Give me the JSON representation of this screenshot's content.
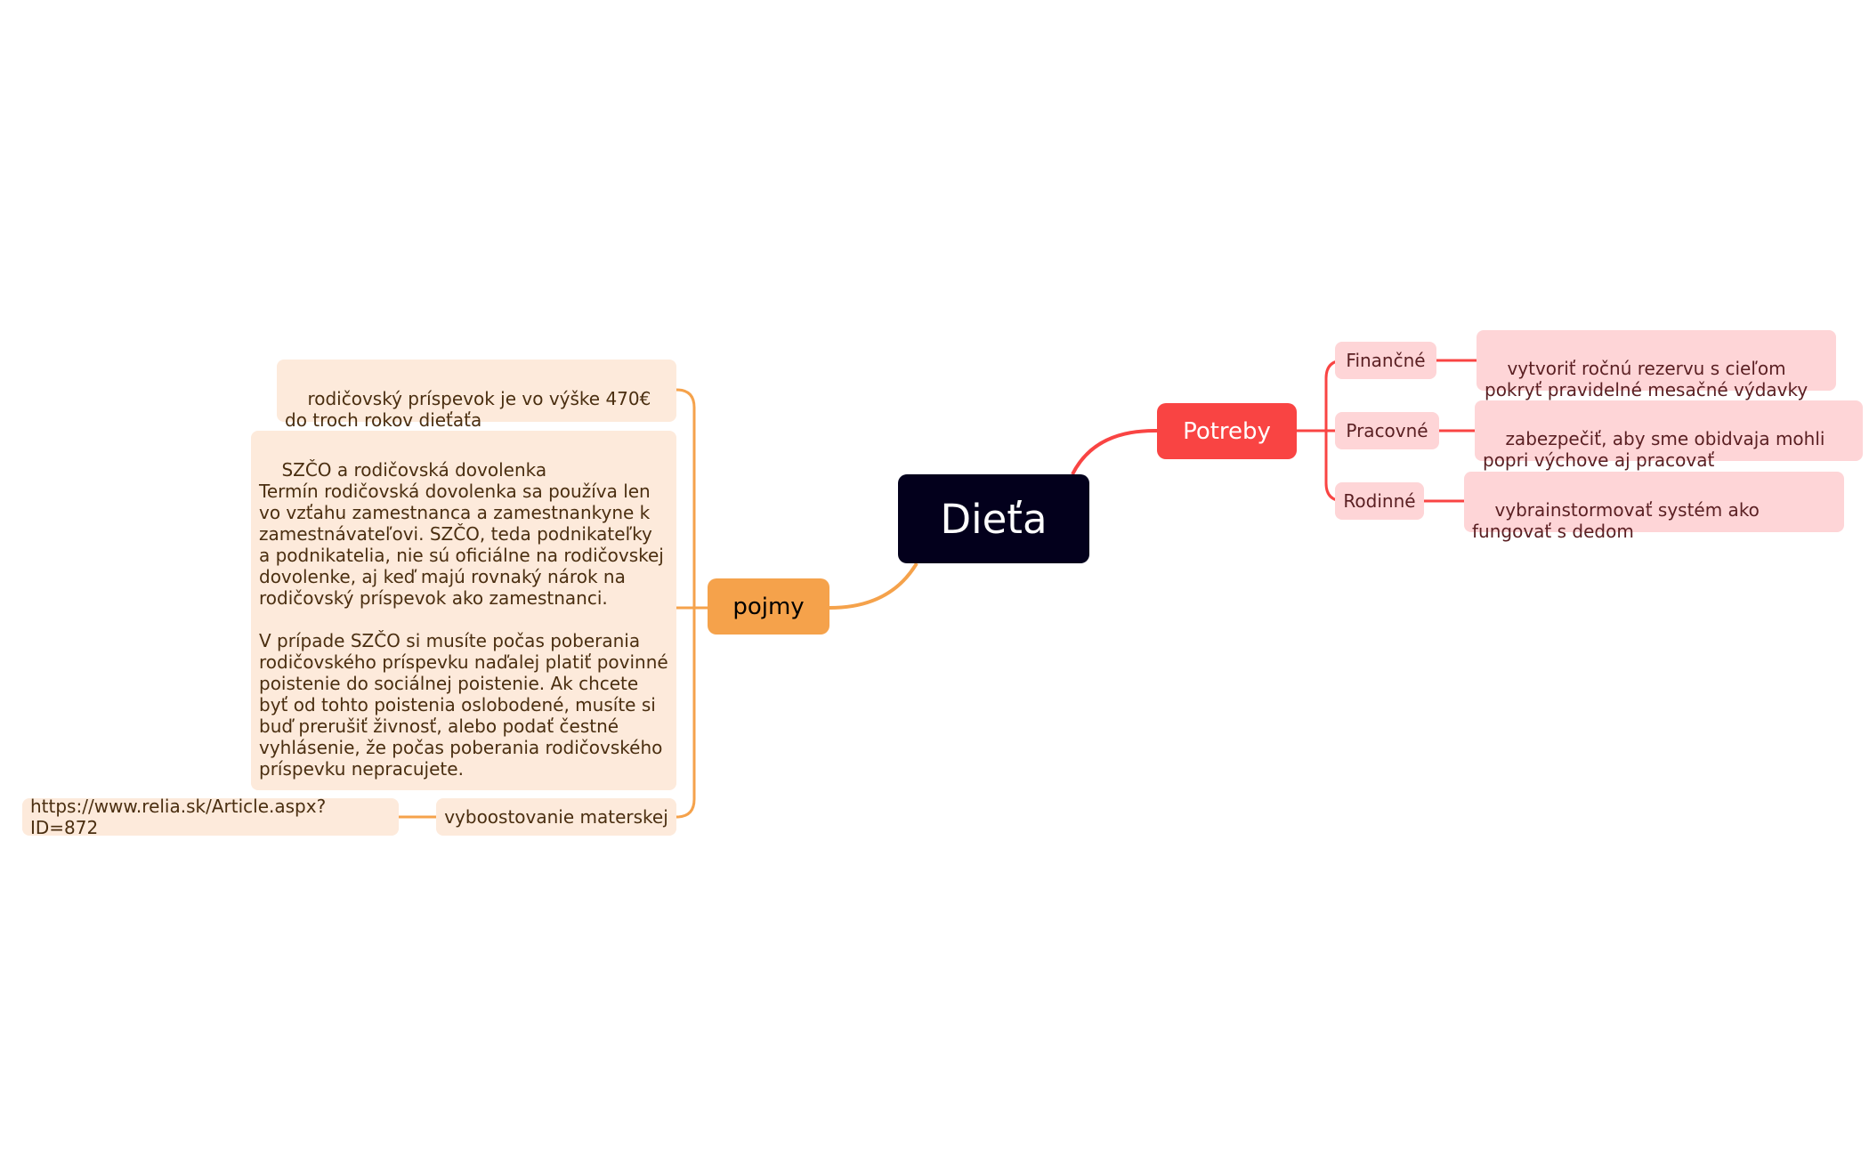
{
  "central": {
    "label": "Dieťa"
  },
  "branches": {
    "potreby": {
      "label": "Potreby",
      "color": "#f94443",
      "children": [
        {
          "label": "Finančné",
          "detail": "vytvoriť ročnú rezervu s cieľom pokryť pravidelné mesačné výdavky"
        },
        {
          "label": "Pracovné",
          "detail": "zabezpečiť, aby sme obidvaja mohli popri výchove aj pracovať"
        },
        {
          "label": "Rodinné",
          "detail": "vybrainstormovať systém ako fungovať s dedom"
        }
      ]
    },
    "pojmy": {
      "label": "pojmy",
      "color": "#f5a24b",
      "children": [
        {
          "text": "rodičovský príspevok je vo výške 470€ do troch rokov dieťaťa"
        },
        {
          "text": "SZČO a rodičovská dovolenka\nTermín rodičovská dovolenka sa používa len vo vzťahu zamestnanca a zamestnankyne k zamestnávateľovi. SZČO, teda podnikateľky a podnikatelia, nie sú oficiálne na rodičovskej dovolenke, aj keď majú rovnaký nárok na rodičovský príspevok ako zamestnanci.\n\nV prípade SZČO si musíte počas poberania rodičovského príspevku naďalej platiť povinné poistenie do sociálnej poistenie. Ak chcete byť od tohto poistenia oslobodené, musíte si buď prerušiť živnosť, alebo podať čestné vyhlásenie, že počas poberania rodičovského príspevku nepracujete."
        },
        {
          "text": "vyboostovanie materskej",
          "link": "https://www.relia.sk/Article.aspx?ID=872"
        }
      ]
    }
  }
}
